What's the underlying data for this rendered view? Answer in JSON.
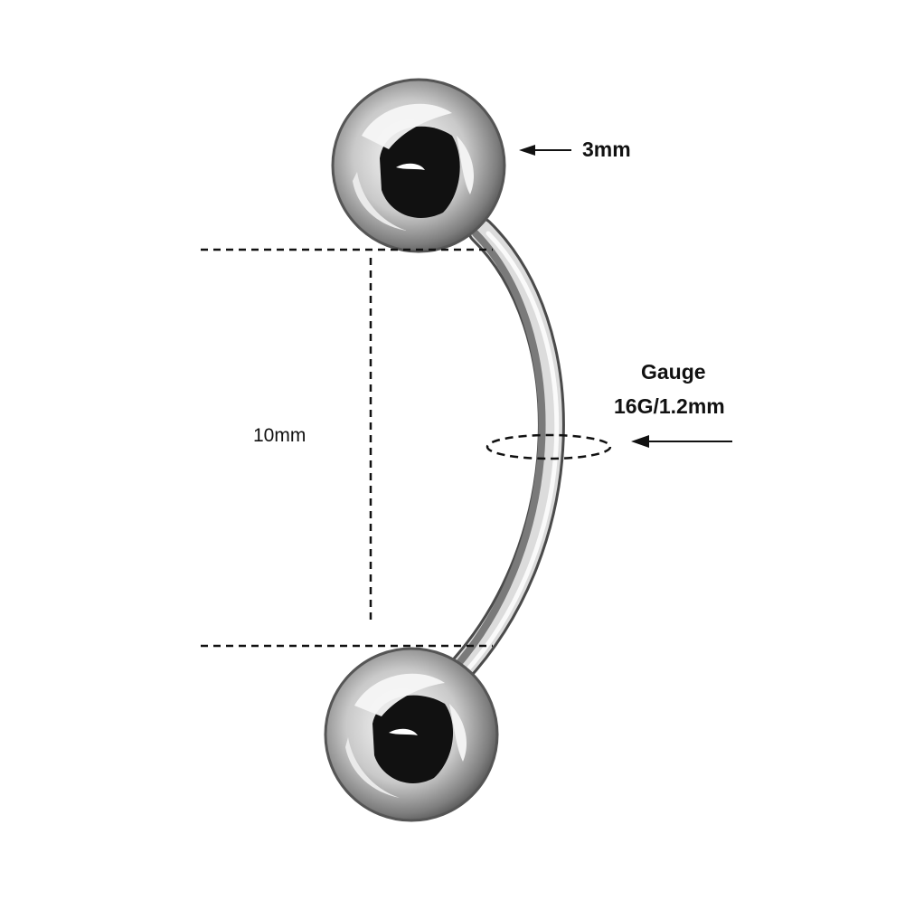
{
  "labels": {
    "ball_size": "3mm",
    "length": "10mm",
    "gauge_title": "Gauge",
    "gauge_value": "16G/1.2mm"
  },
  "colors": {
    "background": "#ffffff",
    "metal_light": "#f2f2f2",
    "metal_mid": "#b8b8b8",
    "metal_dark": "#2a2a2a",
    "line": "#111111"
  }
}
